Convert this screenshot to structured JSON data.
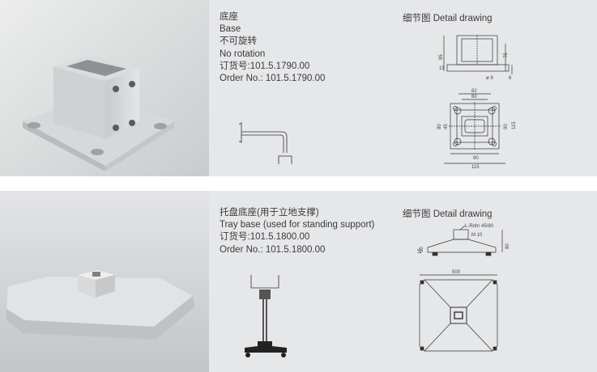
{
  "products": [
    {
      "title_cn": "底座",
      "title_en": "Base",
      "feature_cn": "不可旋转",
      "feature_en": "No rotation",
      "order_cn": "订货号:101.5.1790.00",
      "order_en": "Order No.: 101.5.1790.00",
      "detail_label": "细节图 Detail drawing",
      "dims": {
        "d82": "82",
        "d60": "60",
        "d80": "80",
        "d45": "45",
        "d90a": "90",
        "d115a": "115",
        "d90b": "90",
        "d115b": "115",
        "d85": "85",
        "d75": "75",
        "d9": "ø 9",
        "d15": "15",
        "d6": "6"
      }
    },
    {
      "title_cn": "托盘底座(用于立地支撑)",
      "title_en": "Tray base (used for standing support)",
      "order_cn": "订货号:101.5.1800.00",
      "order_en": "Order No.: 101.5.1800.00",
      "detail_label": "细节图 Detail drawing",
      "dims": {
        "rohr": "L-Rohr 45/80",
        "m10": "M 10",
        "d80": "80",
        "d500": "500",
        "d50": "50",
        "d15": "15"
      }
    }
  ],
  "colors": {
    "panel": "#e6e7e9",
    "text": "#3a3a3a",
    "line": "#333333"
  }
}
